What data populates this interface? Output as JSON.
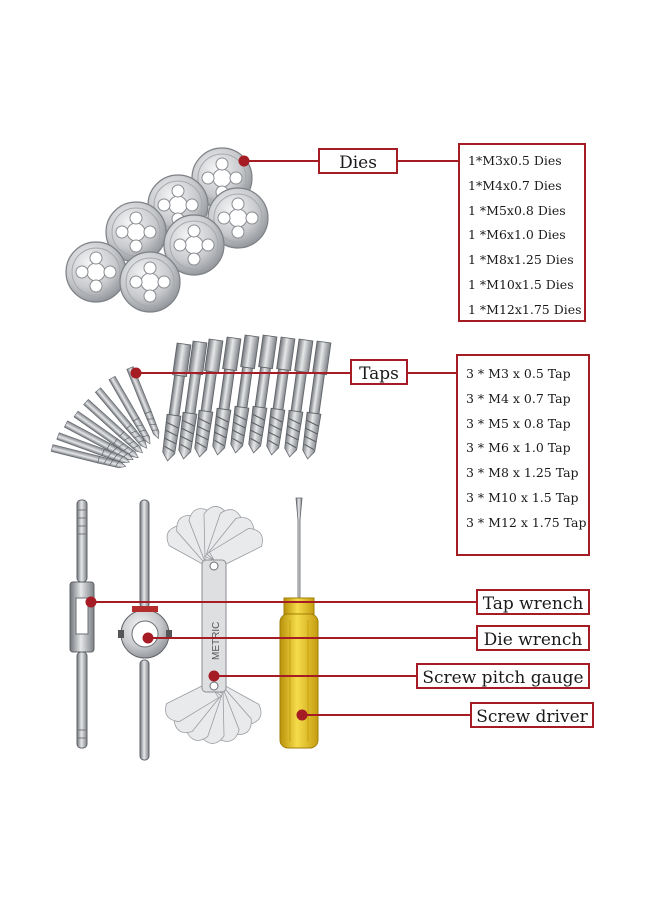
{
  "colors": {
    "accent": "#a51c24",
    "steel": "#b9bcc0",
    "handle": "#e8c21c"
  },
  "items": {
    "dies": {
      "label": "Dies",
      "specs": [
        "1*M3x0.5 Dies",
        "1*M4x0.7 Dies",
        "1 *M5x0.8 Dies",
        "1 *M6x1.0 Dies",
        "1 *M8x1.25 Dies",
        "1 *M10x1.5 Dies",
        "1 *M12x1.75 Dies"
      ]
    },
    "taps": {
      "label": "Taps",
      "specs": [
        "3 * M3 x 0.5 Tap",
        "3 * M4 x 0.7 Tap",
        "3 * M5 x 0.8 Tap",
        "3 * M6 x 1.0 Tap",
        "3 * M8 x 1.25 Tap",
        "3 * M10 x 1.5 Tap",
        "3 * M12 x 1.75 Tap"
      ]
    },
    "tap_wrench": {
      "label": "Tap wrench"
    },
    "die_wrench": {
      "label": "Die wrench"
    },
    "pitch_gauge": {
      "label": "Screw pitch gauge",
      "engraving": "METRIC"
    },
    "screw_driver": {
      "label": "Screw driver"
    }
  }
}
